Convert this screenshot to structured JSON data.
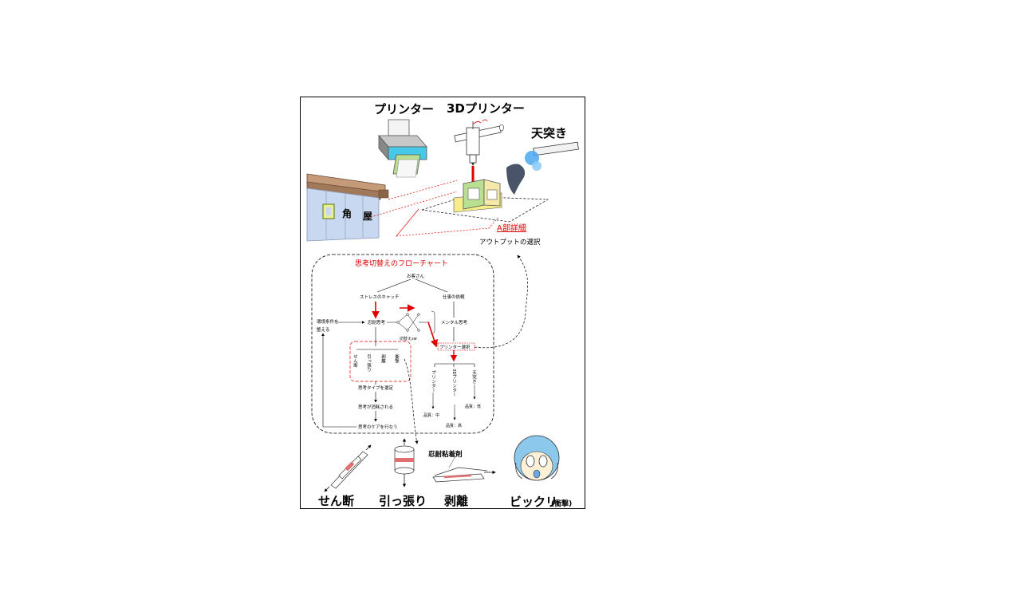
{
  "top": {
    "printer": "プリンター",
    "printer3d": "3Dプリンター",
    "tentsuki": "天突き",
    "kado": "角",
    "ya": "屋",
    "detail": "A部詳細",
    "output": "アウトプットの選択"
  },
  "flow": {
    "title": "思考切替えのフローチャート",
    "customer": "お客さん",
    "stress": "ストレスのキャッチ",
    "request": "仕事の依頼",
    "env1": "環境条件を",
    "env2": "整える",
    "nintai": "忍耐思考",
    "mental": "メンタル思考",
    "switch": "切替えsw",
    "printer_sel": "プリンター選択",
    "types": [
      "せん断",
      "引っ張り",
      "剥離",
      "衝撃"
    ],
    "outputs": [
      "プリンター",
      "3Dプリンター",
      "天突き"
    ],
    "q_mid": "品質：中",
    "q_high": "品質：高",
    "q_low": "品質：低",
    "select_type": "思考タイプを選定",
    "consumed": "思考が消耗される",
    "care": "思考のケアを行なう"
  },
  "bottom": {
    "shear": "せん断",
    "tension": "引っ張り",
    "peel": "剥離",
    "adhesive": "忍耐粘着剤",
    "surprise": "ビックリ",
    "impact": "(衝撃)"
  },
  "colors": {
    "accent_red": "#e00000",
    "pipe_blue": "#48c8e8",
    "paper_green": "#b8e090",
    "noren_blue": "#c8d8f0"
  }
}
